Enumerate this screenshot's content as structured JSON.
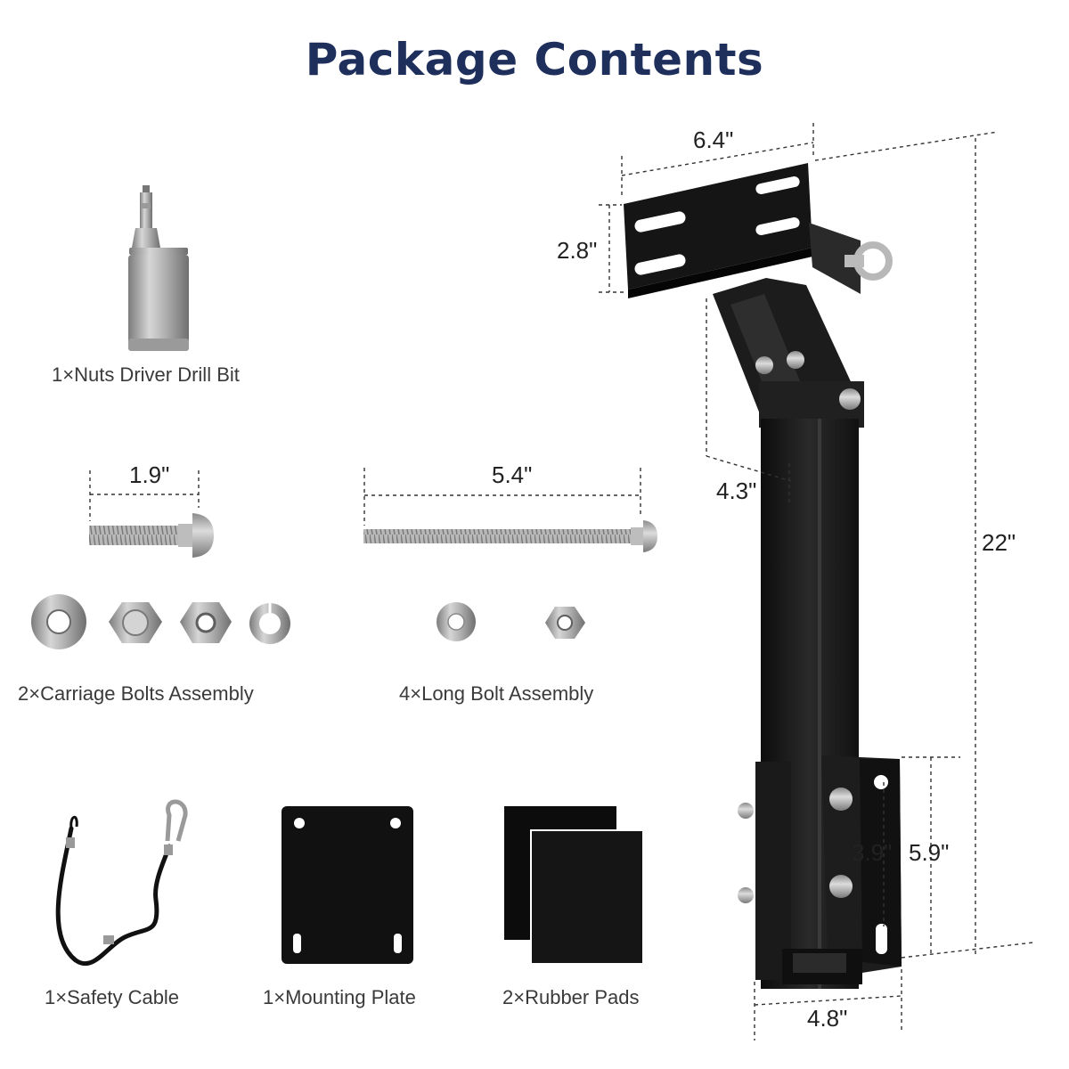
{
  "title": "Package Contents",
  "items": {
    "drill_bit": "1×Nuts Driver Drill Bit",
    "carriage_bolts": "2×Carriage Bolts Assembly",
    "long_bolts": "4×Long Bolt Assembly",
    "safety_cable": "1×Safety Cable",
    "mounting_plate": "1×Mounting Plate",
    "rubber_pads": "2×Rubber Pads"
  },
  "dimensions": {
    "carriage_bolt_length": "1.9\"",
    "long_bolt_length": "5.4\"",
    "top_plate_width": "6.4\"",
    "top_plate_height": "2.8\"",
    "bracket_depth": "4.3\"",
    "total_height": "22\"",
    "lower_hole_spacing": "3.9\"",
    "lower_bracket_height": "5.9\"",
    "bottom_width": "4.8\""
  },
  "colors": {
    "title": "#1e2f5c",
    "bracket": "#1a1a1a",
    "metal": "#a8a8a8"
  }
}
